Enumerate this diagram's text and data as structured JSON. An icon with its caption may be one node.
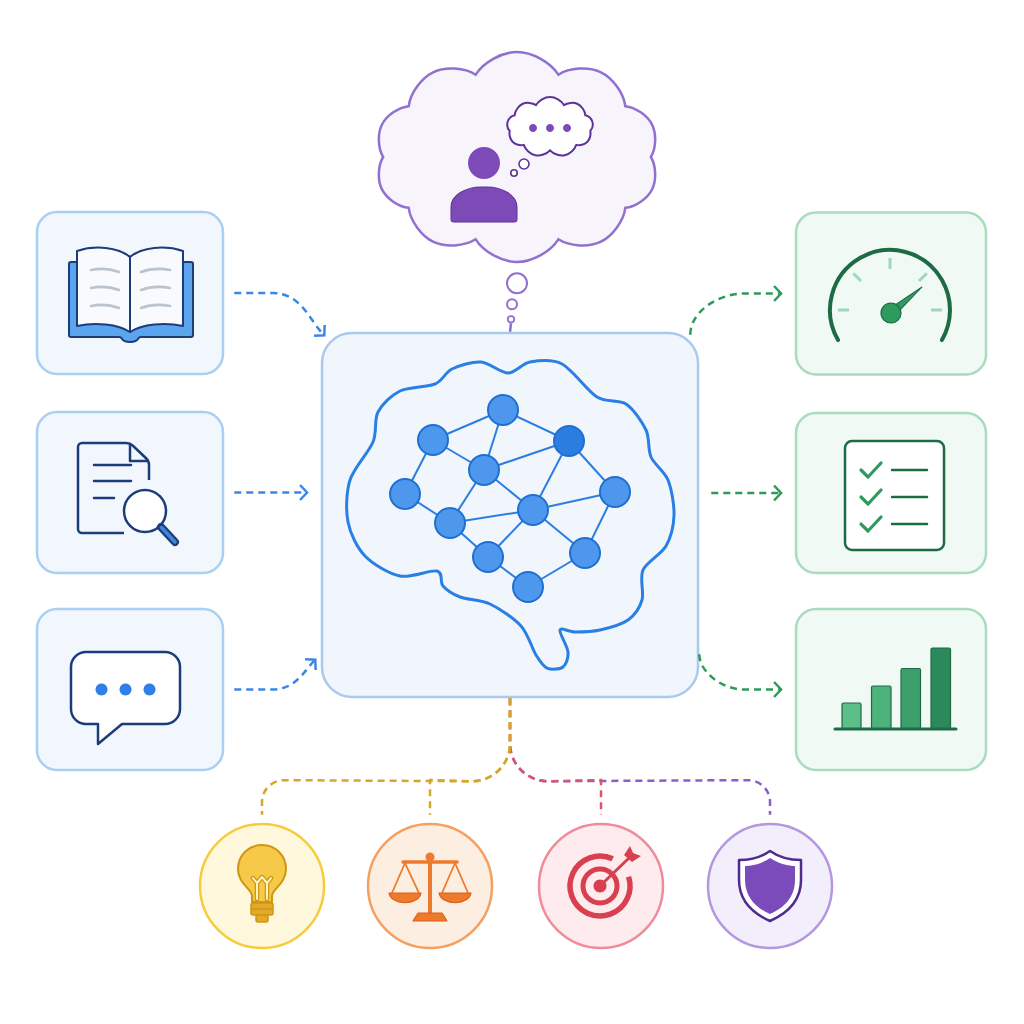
{
  "diagram": {
    "nodes": [
      {
        "text": [],
        "shape": "cloud"
      },
      {
        "text": [],
        "shape": "box"
      },
      {
        "text": [],
        "shape": "box"
      },
      {
        "text": [],
        "shape": "box"
      },
      {
        "text": [],
        "shape": "box"
      },
      {
        "text": [],
        "shape": "box"
      },
      {
        "text": [],
        "shape": "box"
      },
      {
        "text": [],
        "shape": "box"
      },
      {
        "text": [],
        "shape": "circle"
      },
      {
        "text": [],
        "shape": "circle"
      },
      {
        "text": [],
        "shape": "circle"
      },
      {
        "text": [],
        "shape": "circle"
      }
    ],
    "edges": [
      {
        "from": 0,
        "to": 4,
        "arrow": "none",
        "color": "#8e6ccf"
      },
      {
        "from": 1,
        "to": 4,
        "arrow": "to",
        "style": "dashed"
      },
      {
        "from": 2,
        "to": 4,
        "arrow": "to",
        "style": "dashed"
      },
      {
        "from": 3,
        "to": 4,
        "arrow": "to",
        "style": "dashed"
      },
      {
        "from": 4,
        "to": 5,
        "arrow": "to",
        "style": "dashed",
        "color": "#2e9a5a"
      },
      {
        "from": 4,
        "to": 6,
        "arrow": "to",
        "style": "dashed",
        "color": "#2e9a5a"
      },
      {
        "from": 4,
        "to": 7,
        "arrow": "to",
        "style": "dashed",
        "color": "#2e9a5a"
      },
      {
        "from": 4,
        "to": 8,
        "arrow": "none",
        "style": "dashed",
        "color": "#d6a52a"
      },
      {
        "from": 4,
        "to": 9,
        "arrow": "none",
        "style": "dashed",
        "color": "#d6a52a"
      },
      {
        "from": 4,
        "to": 10,
        "arrow": "none",
        "style": "dashed",
        "color": "#d9566e"
      },
      {
        "from": 4,
        "to": 11,
        "arrow": "none",
        "style": "dashed",
        "color": "#8c5cc9"
      }
    ]
  }
}
